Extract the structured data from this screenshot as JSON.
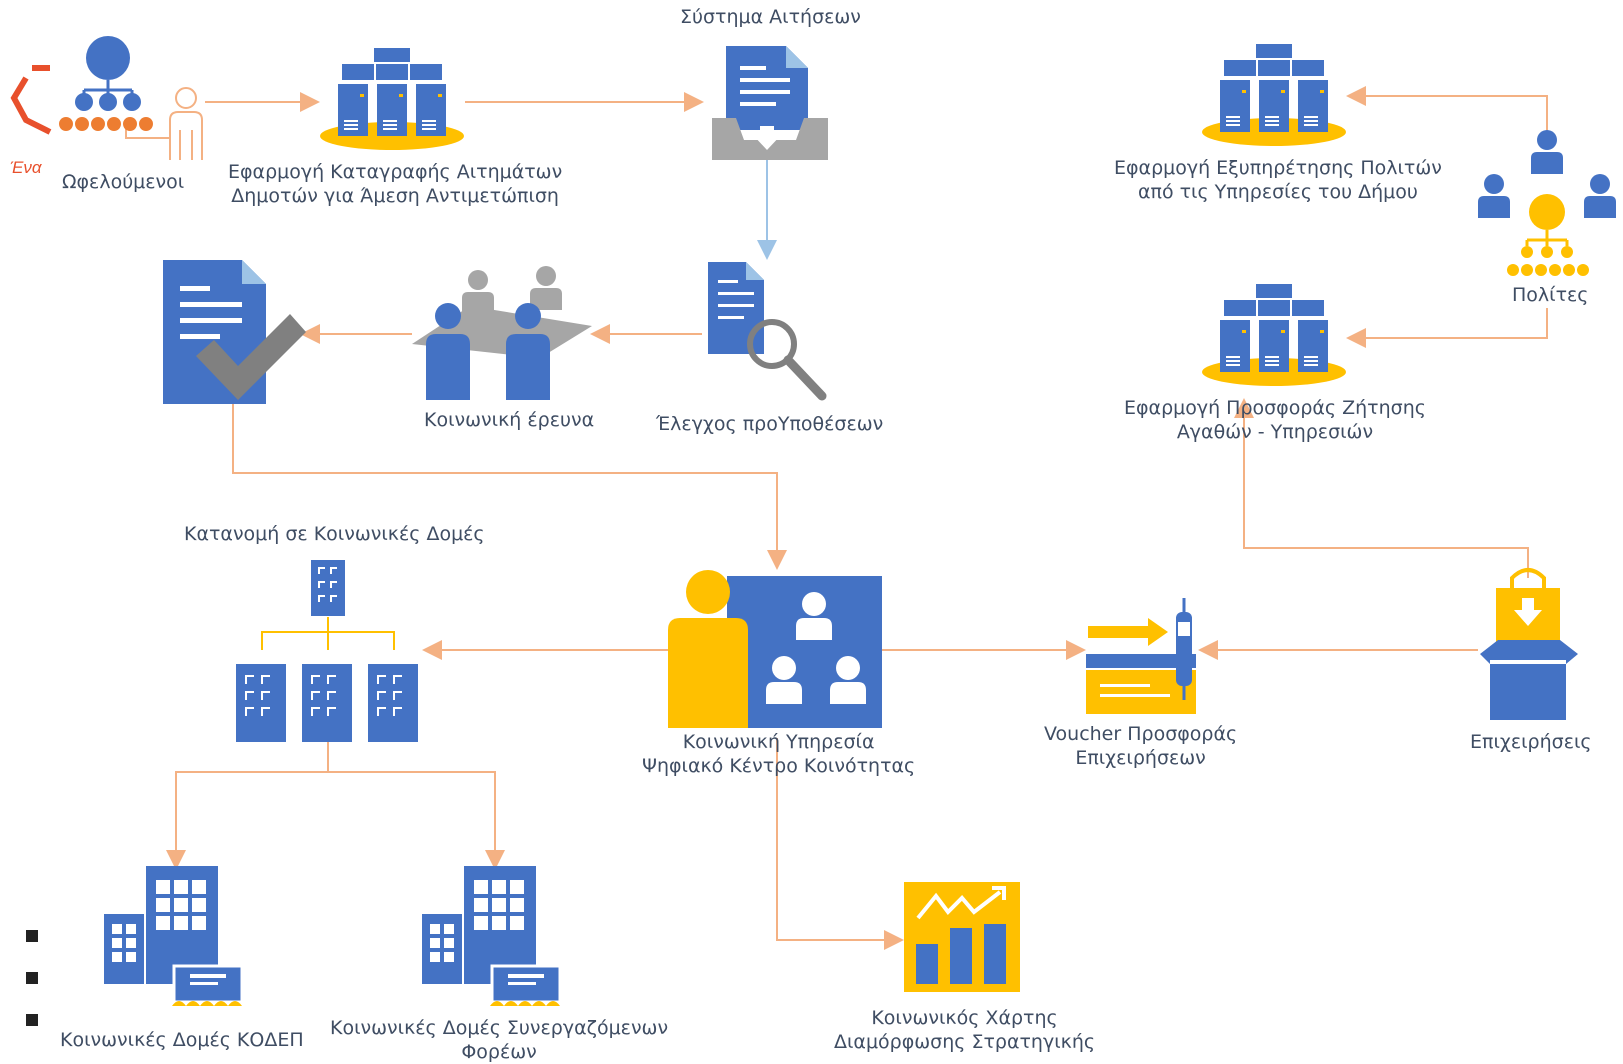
{
  "colors": {
    "blue": "#4472c4",
    "gold": "#ffc000",
    "orange_arrow": "#f4b183",
    "blue_arrow": "#9dc3e6",
    "gray": "#a6a6a6",
    "orange_logo": "#e8502c"
  },
  "logo": {
    "text": "Ένα",
    "icon": "brand-logo-icon"
  },
  "nodes": {
    "beneficiaries": {
      "label": "Ωφελούμενοι",
      "icon": "org-people-icon"
    },
    "request_app": {
      "line1": "Εφαρμογή Καταγραφής Αιτημάτων",
      "line2": "Δημοτών για Άμεση Αντιμετώπιση",
      "icon": "server-stack-icon"
    },
    "application_system": {
      "label": "Σύστημα Αιτήσεων",
      "icon": "document-inbox-icon"
    },
    "citizen_service_app": {
      "line1": "Εφαρμογή Εξυπηρέτησης Πολιτών",
      "line2": "από τις Υπηρεσίες του Δήμου",
      "icon": "server-stack-icon"
    },
    "citizens": {
      "label": "Πολίτες",
      "icon": "citizens-group-icon"
    },
    "prerequisites_check": {
      "label": "Έλεγχος προΥποθέσεων",
      "icon": "document-search-icon"
    },
    "social_research": {
      "label": "Κοινωνική έρευνα",
      "icon": "meeting-icon"
    },
    "approval": {
      "icon": "document-check-icon"
    },
    "supply_demand_app": {
      "line1": "Εφαρμογή Προσφοράς Ζήτησης",
      "line2": "Αγαθών - Υπηρεσιών",
      "icon": "server-stack-icon"
    },
    "allocation": {
      "label": "Κατανομή σε Κοινωνικές Δομές",
      "icon": "org-buildings-icon"
    },
    "social_service": {
      "line1": "Κοινωνική Υπηρεσία",
      "line2": "Ψηφιακό Κέντρο Κοινότητας",
      "icon": "community-center-icon"
    },
    "voucher": {
      "line1": "Voucher Προσφοράς",
      "line2": "Επιχειρήσεων",
      "icon": "voucher-icon"
    },
    "businesses": {
      "label": "Επιχειρήσεις",
      "icon": "business-box-icon"
    },
    "kodep": {
      "label": "Κοινωνικές Δομές ΚΟΔΕΠ",
      "icon": "building-icon"
    },
    "partner_structures": {
      "line1": "Κοινωνικές Δομές Συνεργαζόμενων",
      "line2": "Φορέων",
      "icon": "building-icon"
    },
    "social_map": {
      "line1": "Κοινωνικός Χάρτης",
      "line2": "Διαμόρφωσης Στρατηγικής",
      "icon": "chart-trend-icon"
    }
  }
}
